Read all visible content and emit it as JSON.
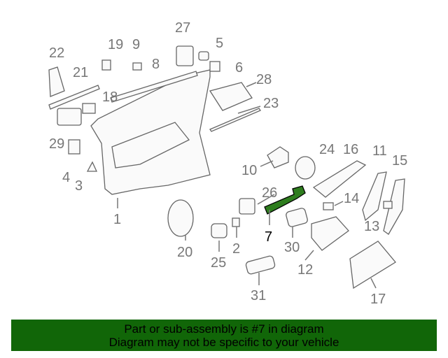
{
  "diagram": {
    "selected_part": "7",
    "highlight_color": "#2e7d1e",
    "labels": [
      "1",
      "2",
      "3",
      "4",
      "5",
      "6",
      "7",
      "8",
      "9",
      "10",
      "11",
      "12",
      "13",
      "14",
      "15",
      "16",
      "17",
      "18",
      "19",
      "20",
      "21",
      "22",
      "23",
      "24",
      "25",
      "26",
      "27",
      "28",
      "29",
      "30",
      "31"
    ]
  },
  "banner": {
    "line1": "Part or sub-assembly is #7 in diagram",
    "line2": "Diagram may not be specific to your vehicle",
    "color": "#116608"
  }
}
